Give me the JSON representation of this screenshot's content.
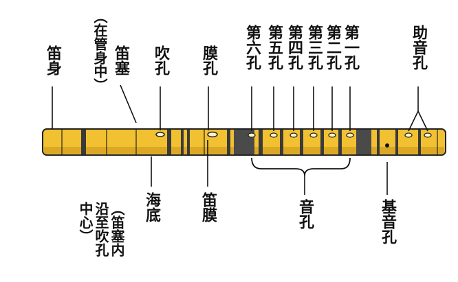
{
  "colors": {
    "flute_body": "#F1C131",
    "flute_shadow": "#C8941C",
    "band": "#3A3A3A",
    "line": "#111111"
  },
  "labels": {
    "flute_body": "笛身",
    "plug_note": "（在管身中）",
    "plug": "笛塞",
    "blow_hole": "吹孔",
    "membrane_hole": "膜孔",
    "hole6": "第六孔",
    "hole5": "第五孔",
    "hole4": "第四孔",
    "hole3": "第三孔",
    "hole2": "第二孔",
    "hole1": "第一孔",
    "aux_holes": "助音孔",
    "bottom_note": "（笛塞内沿至吹孔中心）",
    "bottom_label": "海底",
    "membrane": "笛膜",
    "tone_holes": "音孔",
    "base_hole": "基音孔"
  }
}
